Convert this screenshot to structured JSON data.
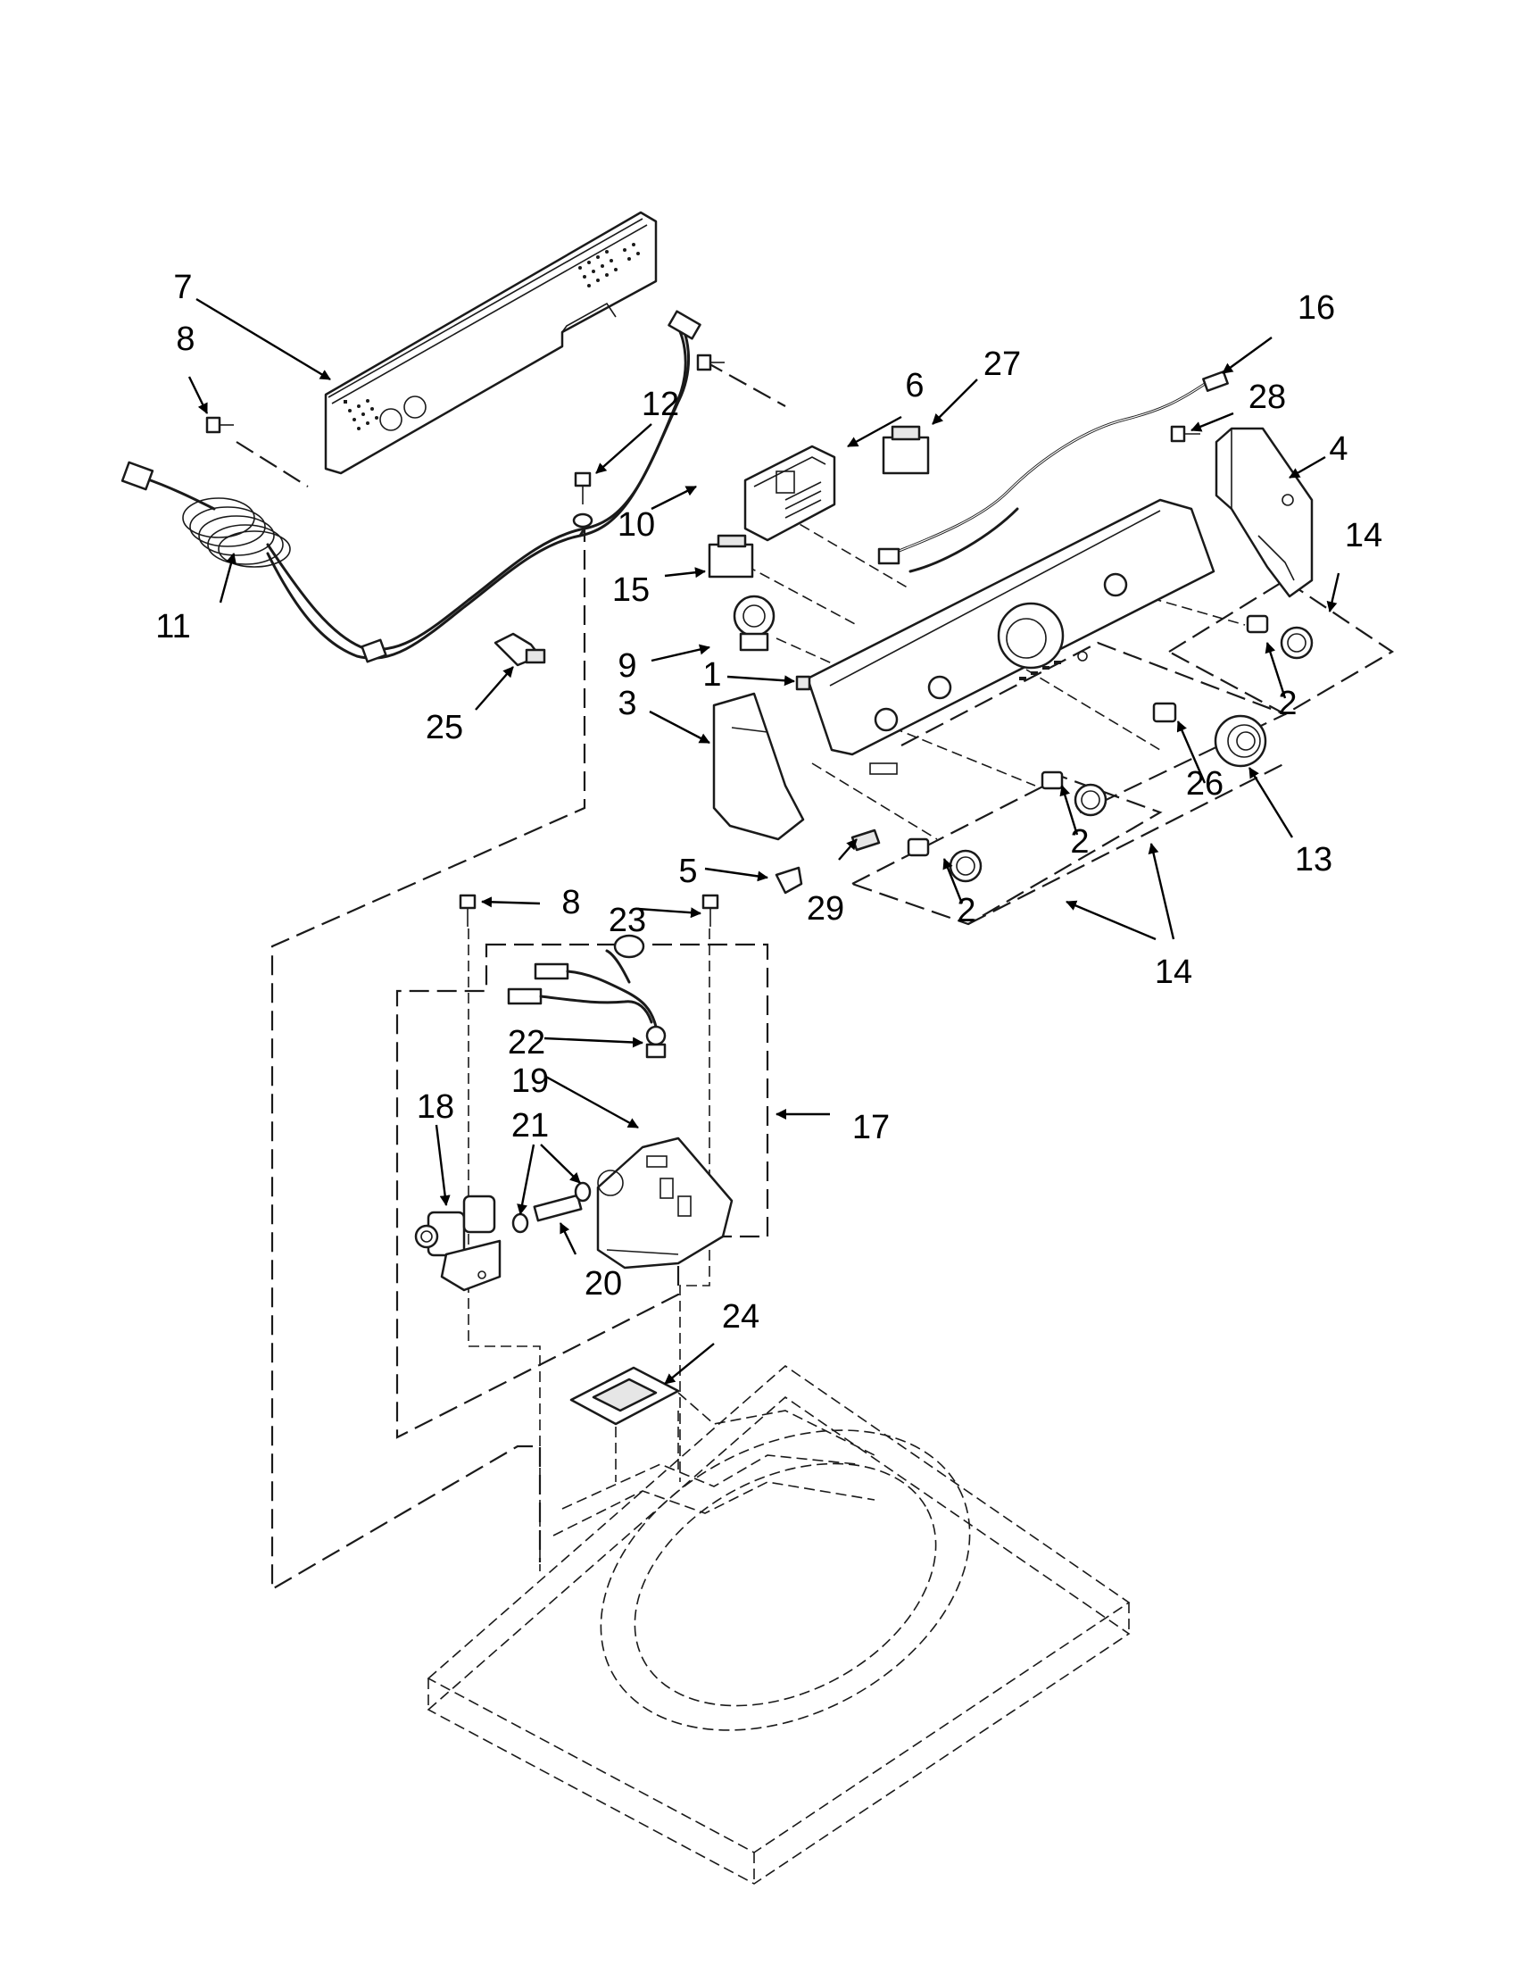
{
  "callouts": [
    {
      "id": "c1",
      "label": "1"
    },
    {
      "id": "c2a",
      "label": "2"
    },
    {
      "id": "c2b",
      "label": "2"
    },
    {
      "id": "c2c",
      "label": "2"
    },
    {
      "id": "c3",
      "label": "3"
    },
    {
      "id": "c4",
      "label": "4"
    },
    {
      "id": "c5",
      "label": "5"
    },
    {
      "id": "c6",
      "label": "6"
    },
    {
      "id": "c7",
      "label": "7"
    },
    {
      "id": "c8a",
      "label": "8"
    },
    {
      "id": "c8b",
      "label": "8"
    },
    {
      "id": "c9",
      "label": "9"
    },
    {
      "id": "c10",
      "label": "10"
    },
    {
      "id": "c11",
      "label": "11"
    },
    {
      "id": "c12",
      "label": "12"
    },
    {
      "id": "c13",
      "label": "13"
    },
    {
      "id": "c14a",
      "label": "14"
    },
    {
      "id": "c14b",
      "label": "14"
    },
    {
      "id": "c15",
      "label": "15"
    },
    {
      "id": "c16",
      "label": "16"
    },
    {
      "id": "c17",
      "label": "17"
    },
    {
      "id": "c18",
      "label": "18"
    },
    {
      "id": "c19",
      "label": "19"
    },
    {
      "id": "c20",
      "label": "20"
    },
    {
      "id": "c21",
      "label": "21"
    },
    {
      "id": "c22",
      "label": "22"
    },
    {
      "id": "c23",
      "label": "23"
    },
    {
      "id": "c24",
      "label": "24"
    },
    {
      "id": "c25",
      "label": "25"
    },
    {
      "id": "c26",
      "label": "26"
    },
    {
      "id": "c27",
      "label": "27"
    },
    {
      "id": "c28",
      "label": "28"
    },
    {
      "id": "c29",
      "label": "29"
    }
  ]
}
